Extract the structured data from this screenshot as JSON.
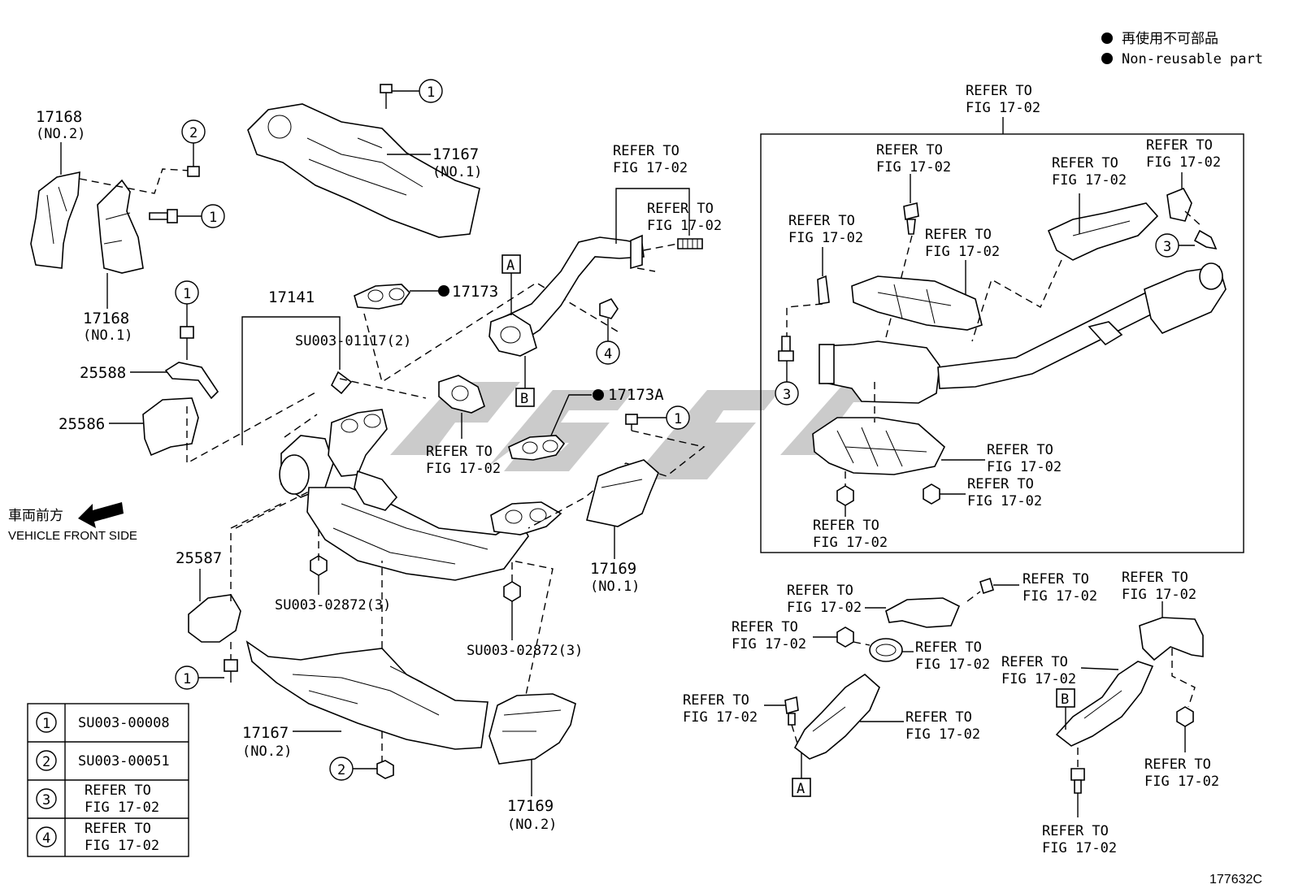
{
  "legend": {
    "jp": "再使用不可部品",
    "en": "Non-reusable part"
  },
  "direction": {
    "jp": "車両前方",
    "en": "VEHICLE FRONT SIDE"
  },
  "figure_id": "177632C",
  "parts": {
    "p17168_no2": "17168",
    "p17168_no2_sub": "(NO.2)",
    "p17168_no1": "17168",
    "p17168_no1_sub": "(NO.1)",
    "p17167_no1": "17167",
    "p17167_no1_sub": "(NO.1)",
    "p17141": "17141",
    "p17173": "17173",
    "p17173A": "17173A",
    "p25588": "25588",
    "p25586": "25586",
    "p25587": "25587",
    "p17167_no2": "17167",
    "p17167_no2_sub": "(NO.2)",
    "p17169_no1": "17169",
    "p17169_no1_sub": "(NO.1)",
    "p17169_no2": "17169",
    "p17169_no2_sub": "(NO.2)",
    "su01117": "SU003-01117(2)",
    "su02872_a": "SU003-02872(3)",
    "su02872_b": "SU003-02872(3)"
  },
  "refer": {
    "line1": "REFER TO",
    "line2": "FIG 17-02"
  },
  "markers": {
    "one": "1",
    "two": "2",
    "three": "3",
    "four": "4",
    "A": "A",
    "B": "B"
  },
  "table": {
    "rows": [
      {
        "key": "1",
        "line1": "SU003-00008",
        "line2": ""
      },
      {
        "key": "2",
        "line1": "SU003-00051",
        "line2": ""
      },
      {
        "key": "3",
        "line1": "REFER TO",
        "line2": "FIG 17-02"
      },
      {
        "key": "4",
        "line1": "REFER TO",
        "line2": "FIG 17-02"
      }
    ]
  }
}
